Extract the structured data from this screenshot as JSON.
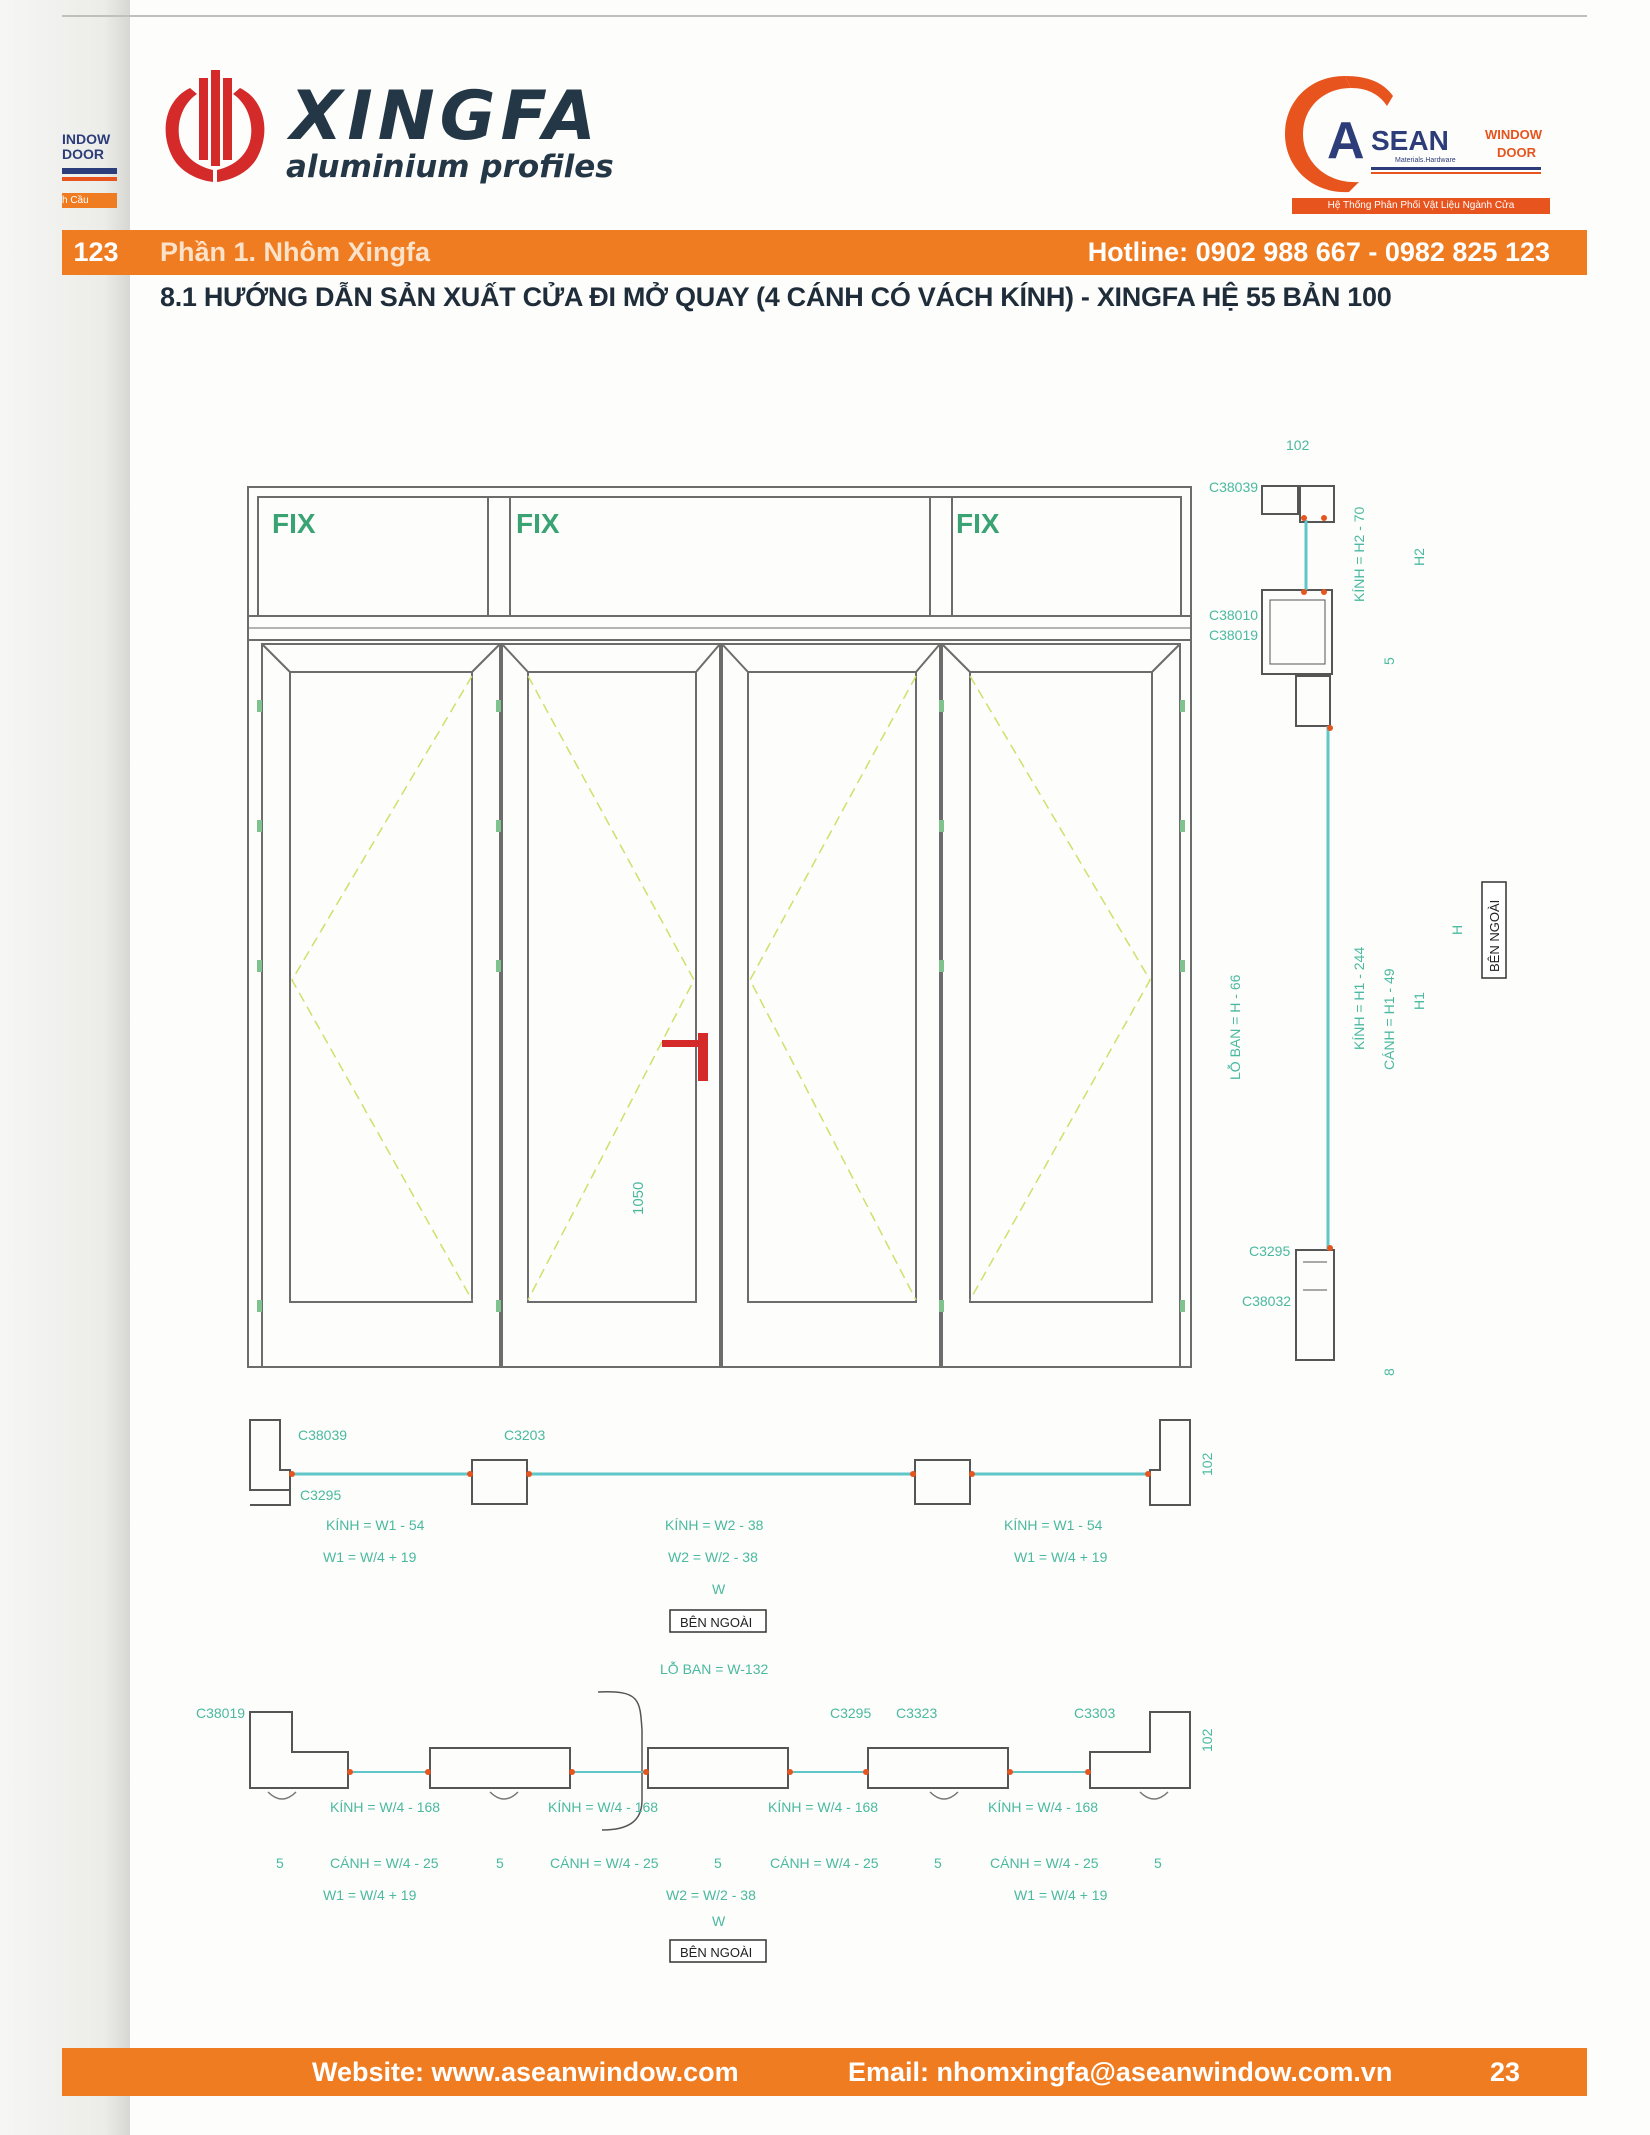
{
  "header": {
    "page_tab": "123",
    "section": "Phần 1. Nhôm Xingfa",
    "hotline": "Hotline:  0902 988 667 - 0982 825 123",
    "left_edge_lines": [
      "INDOW",
      "DOOR",
      "h Cầu"
    ]
  },
  "brand": {
    "name": "XINGFA",
    "tagline": "aluminium profiles"
  },
  "partner_logo": {
    "main": "SEAN",
    "initial": "A",
    "side_1": "WINDOW",
    "side_2": "DOOR",
    "small": "Materials.Hardware",
    "tagline": "Hệ Thống Phân Phối Vật Liệu Ngành Cửa"
  },
  "title": "8.1 HƯỚNG DẪN SẢN XUẤT CỬA ĐI MỞ QUAY (4 CÁNH CÓ VÁCH KÍNH) - XINGFA HỆ 55 BẢN 100",
  "elevation": {
    "fix_labels": [
      "FIX",
      "FIX",
      "FIX"
    ],
    "height_label": "1050"
  },
  "side_section": {
    "top_dim": "102",
    "codes": [
      "C38039",
      "C38010",
      "C38019",
      "C3295",
      "C38032"
    ],
    "labels": {
      "kinh_h2": "KÍNH = H2 - 70",
      "h2": "H2",
      "gap": "5",
      "lo_ban": "LỖ BAN = H - 66",
      "kinh_h1": "KÍNH = H1 - 244",
      "canh_h1": "CÁNH = H1 - 49",
      "h1": "H1",
      "h": "H",
      "ben_ngoai": "BÊN NGOÀI",
      "bottom": "8"
    }
  },
  "top_section": {
    "codes": [
      "C38039",
      "C3203",
      "C3295"
    ],
    "dim_102": "102",
    "kinh_left": "KÍNH = W1 - 54",
    "kinh_mid": "KÍNH = W2 - 38",
    "kinh_right": "KÍNH = W1 - 54",
    "w1_left": "W1 = W/4 + 19",
    "w2_mid": "W2 = W/2 - 38",
    "w1_right": "W1 = W/4 + 19",
    "w": "W",
    "ben_ngoai": "BÊN NGOÀI"
  },
  "bottom_section": {
    "lo_ban": "LỖ BAN = W-132",
    "codes": [
      "C38019",
      "C3295",
      "C3323",
      "C3303"
    ],
    "dim_102": "102",
    "kinh": [
      "KÍNH = W/4 - 168",
      "KÍNH = W/4 - 168",
      "KÍNH = W/4 - 168",
      "KÍNH = W/4 - 168"
    ],
    "canh": [
      "CÁNH = W/4 - 25",
      "CÁNH = W/4 - 25",
      "CÁNH = W/4 - 25",
      "CÁNH = W/4 - 25"
    ],
    "gaps": [
      "5",
      "5",
      "5",
      "5",
      "5"
    ],
    "w1_left": "W1 = W/4 + 19",
    "w2_mid": "W2 =  W/2 - 38",
    "w1_right": "W1 = W/4 + 19",
    "w": "W",
    "ben_ngoai": "BÊN NGOÀI"
  },
  "footer": {
    "website": "Website: www.aseanwindow.com",
    "email": "Email: nhomxingfa@aseanwindow.com.vn",
    "page": "23"
  },
  "colors": {
    "orange": "#f07c22",
    "red": "#d42a2a",
    "navy": "#243746",
    "annotation": "#4ab9a0",
    "frame": "#6c6c6c"
  }
}
